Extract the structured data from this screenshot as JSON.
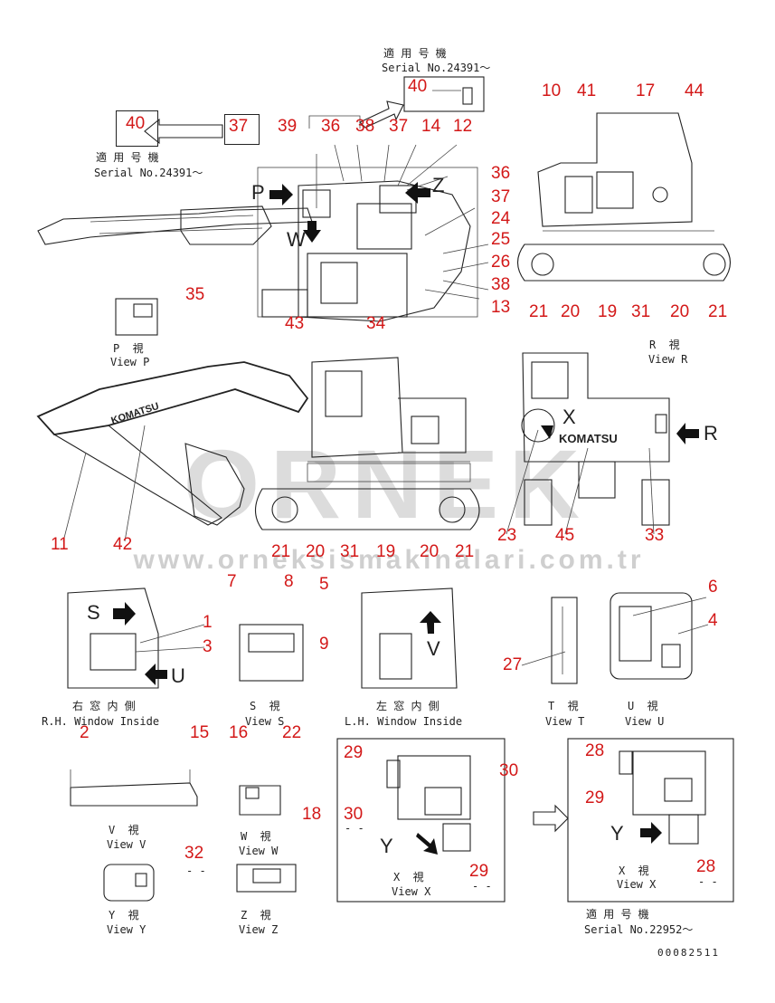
{
  "watermark": {
    "brand": "ORNEK",
    "url": "www.orneksismakinalari.com.tr"
  },
  "callouts": [
    {
      "id": "n40a",
      "label": "40"
    },
    {
      "id": "n37a",
      "label": "37"
    },
    {
      "id": "n39",
      "label": "39"
    },
    {
      "id": "n36a",
      "label": "36"
    },
    {
      "id": "n38a",
      "label": "38"
    },
    {
      "id": "n37b",
      "label": "37"
    },
    {
      "id": "n14",
      "label": "14"
    },
    {
      "id": "n12",
      "label": "12"
    },
    {
      "id": "n40b",
      "label": "40"
    },
    {
      "id": "n36b",
      "label": "36"
    },
    {
      "id": "n37c",
      "label": "37"
    },
    {
      "id": "n24",
      "label": "24"
    },
    {
      "id": "n25",
      "label": "25"
    },
    {
      "id": "n26",
      "label": "26"
    },
    {
      "id": "n38b",
      "label": "38"
    },
    {
      "id": "n13",
      "label": "13"
    },
    {
      "id": "n43",
      "label": "43"
    },
    {
      "id": "n34",
      "label": "34"
    },
    {
      "id": "n35",
      "label": "35"
    },
    {
      "id": "n10",
      "label": "10"
    },
    {
      "id": "n41",
      "label": "41"
    },
    {
      "id": "n17",
      "label": "17"
    },
    {
      "id": "n44",
      "label": "44"
    },
    {
      "id": "n21a",
      "label": "21"
    },
    {
      "id": "n20a",
      "label": "20"
    },
    {
      "id": "n19a",
      "label": "19"
    },
    {
      "id": "n31a",
      "label": "31"
    },
    {
      "id": "n20b",
      "label": "20"
    },
    {
      "id": "n21b",
      "label": "21"
    },
    {
      "id": "n11",
      "label": "11"
    },
    {
      "id": "n42",
      "label": "42"
    },
    {
      "id": "n21c",
      "label": "21"
    },
    {
      "id": "n20c",
      "label": "20"
    },
    {
      "id": "n31b",
      "label": "31"
    },
    {
      "id": "n19b",
      "label": "19"
    },
    {
      "id": "n20d",
      "label": "20"
    },
    {
      "id": "n21d",
      "label": "21"
    },
    {
      "id": "n23",
      "label": "23"
    },
    {
      "id": "n45",
      "label": "45"
    },
    {
      "id": "n33",
      "label": "33"
    },
    {
      "id": "n7",
      "label": "7"
    },
    {
      "id": "n8",
      "label": "8"
    },
    {
      "id": "n5",
      "label": "5"
    },
    {
      "id": "n6",
      "label": "6"
    },
    {
      "id": "n4",
      "label": "4"
    },
    {
      "id": "n1",
      "label": "1"
    },
    {
      "id": "n3",
      "label": "3"
    },
    {
      "id": "n9",
      "label": "9"
    },
    {
      "id": "n27",
      "label": "27"
    },
    {
      "id": "n2",
      "label": "2"
    },
    {
      "id": "n15",
      "label": "15"
    },
    {
      "id": "n16",
      "label": "16"
    },
    {
      "id": "n22",
      "label": "22"
    },
    {
      "id": "n29a",
      "label": "29"
    },
    {
      "id": "n30a",
      "label": "30"
    },
    {
      "id": "n30b",
      "label": "30"
    },
    {
      "id": "n29b",
      "label": "29"
    },
    {
      "id": "n28a",
      "label": "28"
    },
    {
      "id": "n29c",
      "label": "29"
    },
    {
      "id": "n28b",
      "label": "28"
    },
    {
      "id": "n18",
      "label": "18"
    },
    {
      "id": "n32",
      "label": "32"
    }
  ],
  "captions": {
    "applicable_model": "適 用 号 機",
    "serial_24391": "Serial No.24391〜",
    "serial_22952": "Serial No.22952〜",
    "view_p_jp": "P  視",
    "view_p": "View P",
    "view_r_jp": "R  視",
    "view_r": "View R",
    "rh_window_jp": "右 窓 内 側",
    "rh_window": "R.H. Window Inside",
    "view_s_jp": "S  視",
    "view_s": "View S",
    "lh_window_jp": "左 窓 内 側",
    "lh_window": "L.H. Window Inside",
    "view_t_jp": "T  視",
    "view_t": "View T",
    "view_u_jp": "U  視",
    "view_u": "View U",
    "view_v_jp": "V  視",
    "view_v": "View V",
    "view_w_jp": "W  視",
    "view_w": "View W",
    "view_x_jp": "X  視",
    "view_x": "View X",
    "view_y_jp": "Y  視",
    "view_y": "View Y",
    "view_z_jp": "Z  視",
    "view_z": "View Z",
    "dashes": "- -",
    "drawing_number": "00082511"
  },
  "view_letters": {
    "p": "P",
    "w": "W",
    "z": "Z",
    "x": "X",
    "r": "R",
    "s": "S",
    "u": "U",
    "v": "V",
    "y": "Y"
  },
  "brand_text": "KOMATSU"
}
